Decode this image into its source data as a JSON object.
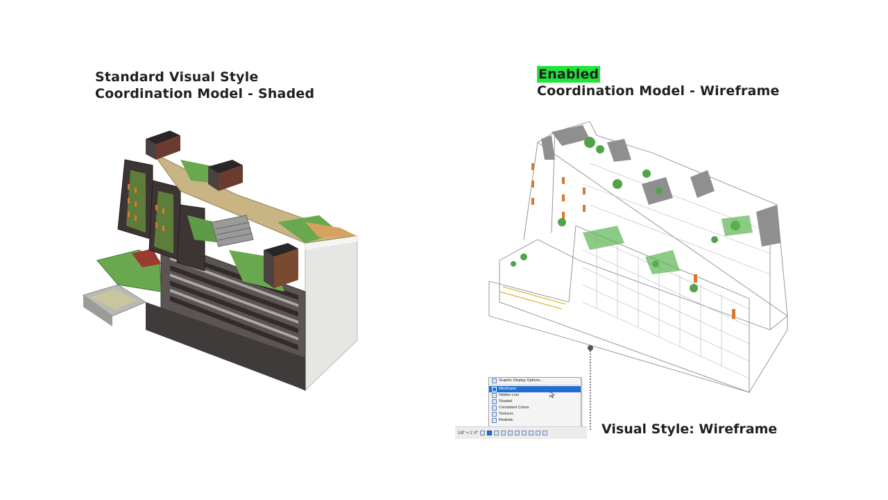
{
  "left_panel": {
    "title_line1": "Standard Visual Style",
    "title_line2": "Coordination Model - Shaded"
  },
  "right_panel": {
    "badge": "Enabled",
    "title_line2": "Coordination Model - Wireframe",
    "badge_color": "#22e33a"
  },
  "callout": {
    "label": "Visual Style: Wireframe"
  },
  "visual_style_menu": {
    "header": "Graphic Display Options...",
    "items": [
      {
        "label": "Wireframe",
        "selected": true
      },
      {
        "label": "Hidden Line",
        "selected": false
      },
      {
        "label": "Shaded",
        "selected": false
      },
      {
        "label": "Consistent Colors",
        "selected": false
      },
      {
        "label": "Textures",
        "selected": false
      },
      {
        "label": "Realistic",
        "selected": false
      }
    ],
    "highlight_color": "#1d6fd6"
  },
  "status_bar": {
    "scale": "1/8\" = 1'-0\""
  }
}
